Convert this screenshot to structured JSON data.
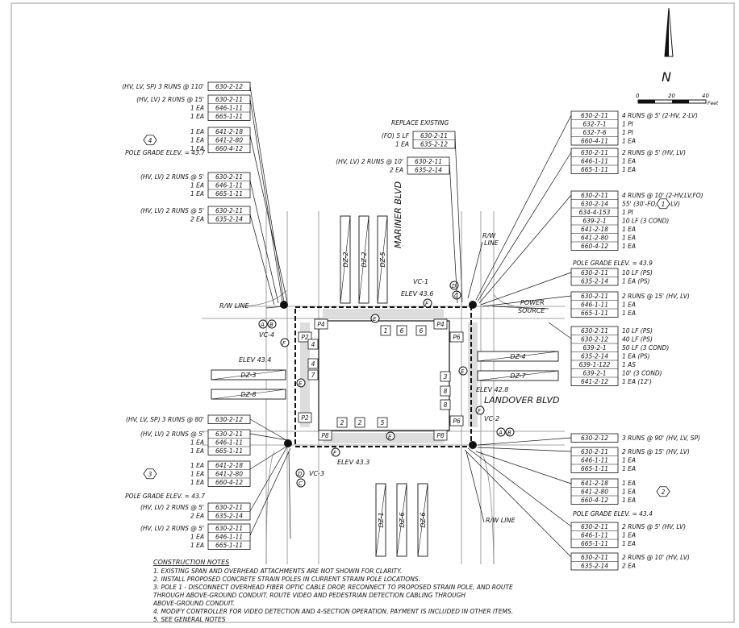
{
  "north_arrow": {
    "letter": "N"
  },
  "scale_bar": {
    "ticks": [
      "0",
      "20",
      "40"
    ],
    "unit": "Feet"
  },
  "streets": {
    "north_south": "MARINER BLVD",
    "east_west": "LANDOVER BLVD"
  },
  "callouts": [
    {
      "lines": [
        [
          "(HV, LV, SP) 3 RUNS @ 110'",
          "630-2-12"
        ]
      ]
    },
    {
      "lines": [
        [
          "(HV, LV) 2 RUNS @ 15'",
          "630-2-11"
        ],
        [
          "1 EA",
          "646-1-11"
        ],
        [
          "1 EA",
          "665-1-11"
        ]
      ]
    },
    {
      "lines": [
        [
          "1 EA",
          "641-2-18"
        ],
        [
          "1 EA",
          "641-2-80"
        ],
        [
          "1 EA",
          "660-4-12"
        ]
      ],
      "pole": "4"
    },
    {
      "grade": "POLE GRADE ELEV. = 43.7"
    },
    {
      "lines": [
        [
          "(HV, LV) 2 RUNS @ 5'",
          "630-2-11"
        ],
        [
          "1 EA",
          "646-1-11"
        ],
        [
          "1 EA",
          "665-1-11"
        ]
      ]
    },
    {
      "lines": [
        [
          "(HV, LV) 2 RUNS @ 5'",
          "630-2-11"
        ],
        [
          "2 EA",
          "635-2-14"
        ]
      ]
    },
    {
      "lines": [
        [
          "(HV, LV, SP) 3 RUNS @ 80'",
          "630-2-12"
        ]
      ]
    },
    {
      "lines": [
        [
          "(HV, LV) 2 RUNS @ 5'",
          "630-2-11"
        ],
        [
          "1 EA",
          "646-1-11"
        ],
        [
          "1 EA",
          "665-1-11"
        ]
      ]
    },
    {
      "lines": [
        [
          "1 EA",
          "641-2-18"
        ],
        [
          "1 EA",
          "641-2-80"
        ],
        [
          "1 EA",
          "660-4-12"
        ]
      ],
      "pole": "3"
    },
    {
      "grade": "POLE GRADE ELEV. = 43.7"
    },
    {
      "lines": [
        [
          "(HV, LV) 2 RUNS @ 5'",
          "630-2-11"
        ],
        [
          "2 EA",
          "635-2-14"
        ]
      ]
    },
    {
      "lines": [
        [
          "(HV, LV) 2 RUNS @ 5'",
          "630-2-11"
        ],
        [
          "1 EA",
          "646-1-11"
        ],
        [
          "1 EA",
          "665-1-11"
        ]
      ]
    }
  ],
  "top_callout": {
    "title": "REPLACE EXISTING",
    "lines": [
      [
        "(FO) 5 LF",
        "630-2-11"
      ],
      [
        "1 EA",
        "635-2-12"
      ]
    ],
    "lines2": [
      [
        "(HV, LV) 2 RUNS @ 10'",
        "630-2-11"
      ],
      [
        "2 EA",
        "635-2-14"
      ]
    ]
  },
  "right_callouts": [
    {
      "lines": [
        [
          "630-2-11",
          "4 RUNS @ 5' (2-HV, 2-LV)"
        ],
        [
          "632-7-1",
          "1 PI"
        ],
        [
          "632-7-6",
          "1 PI"
        ],
        [
          "660-4-11",
          "1 EA"
        ]
      ]
    },
    {
      "lines": [
        [
          "630-2-11",
          "2 RUNS @ 5' (HV, LV)"
        ],
        [
          "646-1-11",
          "1 EA"
        ],
        [
          "665-1-11",
          "1 EA"
        ]
      ]
    },
    {
      "lines": [
        [
          "630-2-11",
          "4 RUNS @ 10' (2-HV,LV,FO)"
        ],
        [
          "630-2-14",
          "55' (30'-FO, 25'-LV)"
        ],
        [
          "634-4-153",
          "1 PI"
        ],
        [
          "639-2-1",
          "10 LF (3 COND)"
        ],
        [
          "641-2-18",
          "1 EA"
        ],
        [
          "641-2-80",
          "1 EA"
        ],
        [
          "660-4-12",
          "1 EA"
        ]
      ],
      "pole": "1"
    },
    {
      "grade": "POLE GRADE ELEV. = 43.9"
    },
    {
      "lines": [
        [
          "630-2-11",
          "10 LF (PS)"
        ],
        [
          "635-2-14",
          "1 EA (PS)"
        ]
      ]
    },
    {
      "lines": [
        [
          "630-2-11",
          "2 RUNS @ 15' (HV, LV)"
        ],
        [
          "646-1-11",
          "1 EA"
        ],
        [
          "665-1-11",
          "1 EA"
        ]
      ]
    },
    {
      "lines": [
        [
          "630-2-11",
          "10 LF (PS)"
        ],
        [
          "630-2-12",
          "40 LF (PS)"
        ],
        [
          "639-2-1",
          "50 LF (3 COND)"
        ],
        [
          "635-2-14",
          "1 EA (PS)"
        ],
        [
          "639-1-122",
          "1 AS"
        ],
        [
          "639-2-1",
          "10' (3 COND)"
        ],
        [
          "641-2-12",
          "1 EA (12')"
        ]
      ]
    },
    {
      "lines": [
        [
          "630-2-12",
          "3 RUNS @ 90' (HV, LV, SP)"
        ]
      ]
    },
    {
      "lines": [
        [
          "630-2-11",
          "2 RUNS @ 15' (HV, LV)"
        ],
        [
          "646-1-11",
          "1 EA"
        ],
        [
          "665-1-11",
          "1 EA"
        ]
      ]
    },
    {
      "lines": [
        [
          "641-2-18",
          "1 EA"
        ],
        [
          "641-2-80",
          "1 EA"
        ],
        [
          "660-4-12",
          "1 EA"
        ]
      ],
      "pole": "2"
    },
    {
      "grade": "POLE GRADE ELEV. = 43.4"
    },
    {
      "lines": [
        [
          "630-2-11",
          "2 RUNS @ 5' (HV, LV)"
        ],
        [
          "646-1-11",
          "1 EA"
        ],
        [
          "665-1-11",
          "1 EA"
        ]
      ]
    },
    {
      "lines": [
        [
          "630-2-11",
          "2 RUNS @ 10' (HV, LV)"
        ],
        [
          "635-2-14",
          "2 EA"
        ]
      ]
    }
  ],
  "plan_labels": {
    "rw_line": "R/W LINE",
    "rw_line_stack": [
      "R/W",
      "LINE"
    ],
    "power_source": [
      "POWER",
      "SOURCE"
    ],
    "vc": [
      "VC-1",
      "VC-2",
      "VC-3",
      "VC-4"
    ],
    "elev": [
      "ELEV 43.6",
      "ELEV 43.4",
      "ELEV 42.8",
      "ELEV 43.3"
    ],
    "dz": [
      "DZ-2",
      "DZ-2",
      "DZ-5",
      "DZ-3",
      "DZ-8",
      "DZ-4",
      "DZ-7",
      "DZ-1",
      "DZ-6",
      "DZ-6"
    ],
    "phases": [
      "P4",
      "P2",
      "P4",
      "P6",
      "P2",
      "P8",
      "P8",
      "P6"
    ],
    "signal_heads": [
      "1",
      "6",
      "6",
      "4",
      "4",
      "7",
      "3",
      "8",
      "8",
      "2",
      "2",
      "5"
    ],
    "letters": [
      "A",
      "B",
      "C",
      "D",
      "E",
      "F"
    ]
  },
  "notes": {
    "title": "CONSTRUCTION NOTES",
    "items": [
      "1.  EXISTING SPAN AND OVERHEAD ATTACHMENTS ARE NOT SHOWN FOR CLARITY.",
      "2.  INSTALL PROPOSED CONCRETE STRAIN POLES IN CURRENT STRAIN POLE LOCATIONS.",
      "3.  POLE 1 - DISCONNECT OVERHEAD FIBER OPTIC CABLE DROP, RECONNECT TO PROPOSED STRAIN POLE, AND ROUTE",
      "     THROUGH ABOVE-GROUND CONDUIT. ROUTE VIDEO AND PEDESTRIAN DETECTION CABLING THROUGH",
      "     ABOVE-GROUND CONDUIT.",
      "4.  MODIFY CONTROLLER FOR VIDEO DETECTION AND 4-SECTION OPERATION. PAYMENT IS INCLUDED IN OTHER ITEMS.",
      "5.  SEE GENERAL NOTES"
    ]
  }
}
